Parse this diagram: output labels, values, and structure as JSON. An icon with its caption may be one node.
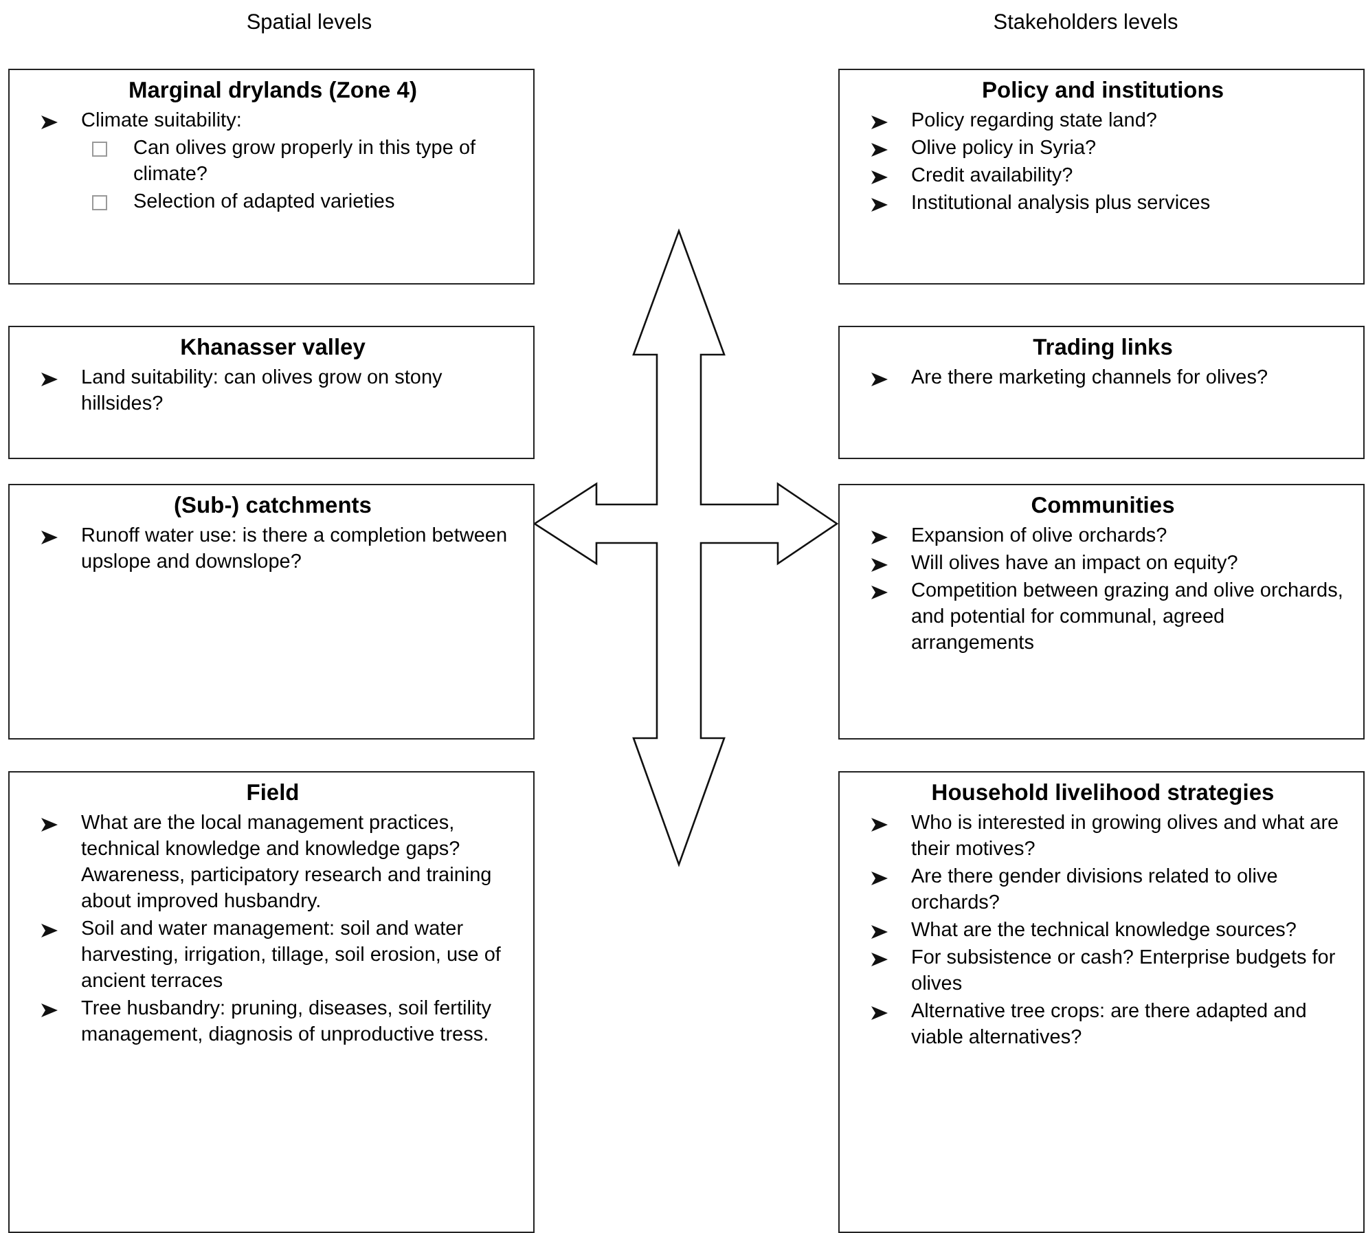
{
  "diagram": {
    "nodes": [
      {
        "text": [
          "Marginal drylands (Zone 4)",
          "Climate suitability:",
          "Can olives grow properly in this type of climate?",
          "Selection of adapted varieties"
        ]
      },
      {
        "text": [
          "Khanasser valley",
          "Land suitability: can olives grow on stony hillsides?"
        ]
      },
      {
        "text": [
          "(Sub-) catchments",
          "Runoff water use: is there a completion between upslope and downslope?"
        ]
      },
      {
        "text": [
          "Field",
          "What are the local management practices, technical knowledge and knowledge gaps? Awareness, participatory research and training about improved husbandry.",
          "Soil and water management: soil and water harvesting, irrigation, tillage, soil erosion, use of ancient terraces",
          "Tree husbandry: pruning, diseases, soil fertility management, diagnosis of unproductive tress."
        ]
      },
      {
        "text": [
          "Policy and institutions",
          "Policy regarding state land?",
          "Olive policy in Syria?",
          "Credit availability?",
          "Institutional analysis plus services"
        ]
      },
      {
        "text": [
          "Trading links",
          "Are there marketing channels for olives?"
        ]
      },
      {
        "text": [
          "Communities",
          "Expansion of olive orchards?",
          "Will olives have an impact on equity?",
          "Competition between grazing and olive orchards, and potential for communal, agreed arrangements"
        ]
      },
      {
        "text": [
          "Household livelihood strategies",
          "Who is interested in growing olives and what are their motives?",
          "Are there gender divisions related to olive orchards?",
          "What are the technical knowledge sources?",
          "For subsistence or cash? Enterprise budgets for olives",
          "Alternative tree crops: are there adapted and viable alternatives?"
        ]
      }
    ],
    "edges": [],
    "labels": [
      "Spatial levels",
      "Stakeholders levels"
    ]
  }
}
